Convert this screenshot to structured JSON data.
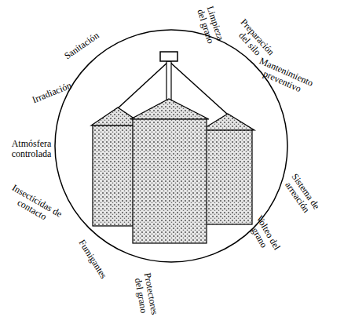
{
  "diagram": {
    "labels": [
      "Limpieza del grano",
      "Preparación del silo",
      "Mantenimiento preventivo",
      "Sistema de arreación",
      "Volteo del grano",
      "Protectores del grano",
      "Fumigantes",
      "Insecticidas de contacto",
      "Atmósfera controlada",
      "Irradiación",
      "Sanitación"
    ]
  }
}
